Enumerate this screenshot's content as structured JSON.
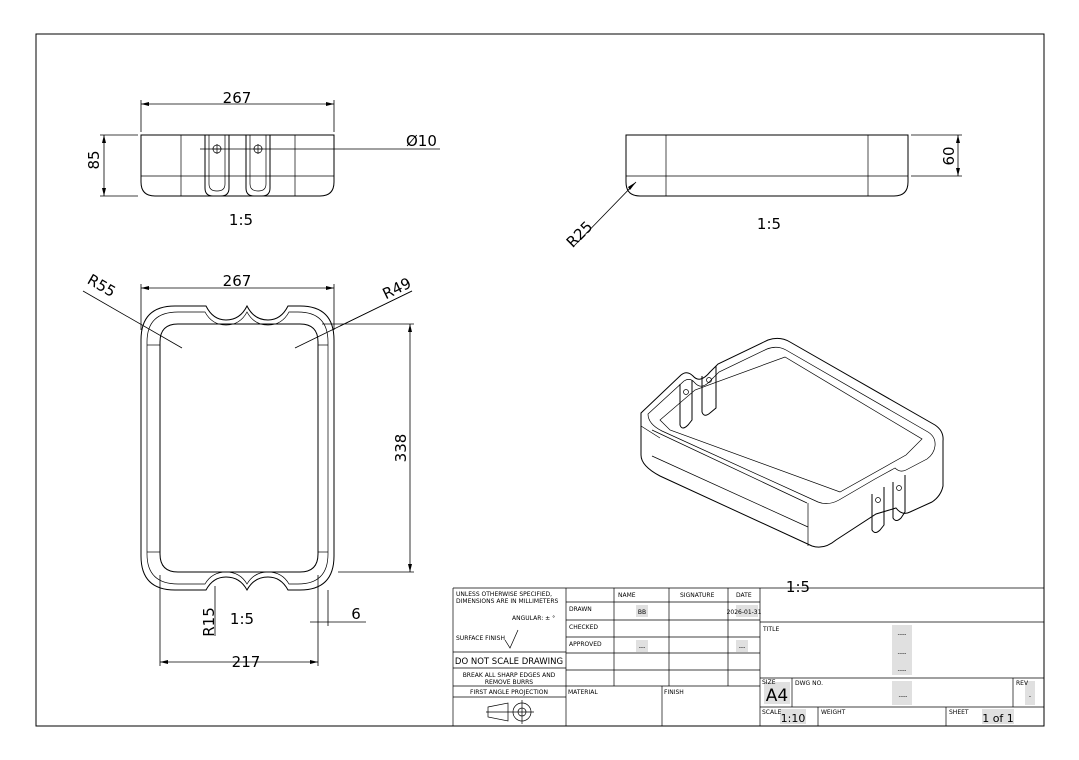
{
  "views": {
    "top_view": {
      "width": "267",
      "height": "85",
      "hole": "Ø10",
      "scale": "1:5"
    },
    "side_view": {
      "height": "60",
      "radius": "R25",
      "scale": "1:5"
    },
    "front_view": {
      "width": "267",
      "radius_left": "R55",
      "radius_right": "R49",
      "height": "338",
      "bottom_width": "217",
      "radius_bottom": "R15",
      "wall": "6",
      "scale": "1:5"
    },
    "iso_view": {
      "scale": "1:5"
    }
  },
  "title_block": {
    "general_note_1": "UNLESS OTHERWISE SPECIFIED,",
    "general_note_2": "DIMENSIONS ARE IN MILLIMETERS",
    "angular": "ANGULAR: ± °",
    "surface_finish": "SURFACE FINISH",
    "do_not_scale": "DO NOT SCALE DRAWING",
    "break_edges_1": "BREAK ALL SHARP EDGES AND",
    "break_edges_2": "REMOVE BURRS",
    "projection": "FIRST ANGLE PROJECTION",
    "col_name": "NAME",
    "col_signature": "SIGNATURE",
    "col_date": "DATE",
    "row_drawn": "DRAWN",
    "row_checked": "CHECKED",
    "row_approved": "APPROVED",
    "drawn_name": "BB",
    "drawn_date": "2026-01-31",
    "approved_name": "---",
    "approved_date": "---",
    "material": "MATERIAL",
    "finish": "FINISH",
    "title_label": "TITLE",
    "title_line_1": "----",
    "title_line_2": "----",
    "title_line_3": "----",
    "size_label": "SIZE",
    "size": "A4",
    "dwg_no_label": "DWG NO.",
    "dwg_no": "----",
    "rev_label": "REV",
    "rev": "-",
    "scale_label": "SCALE",
    "scale": "1:10",
    "weight_label": "WEIGHT",
    "sheet_label": "SHEET",
    "sheet": "1 of 1"
  }
}
